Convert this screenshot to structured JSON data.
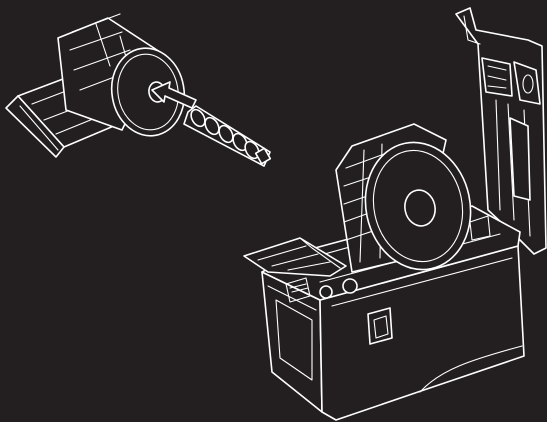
{
  "illustration": {
    "background_color": "#231f20",
    "line_color": "#ffffff",
    "parts": [
      "label-roll",
      "spindle",
      "insert-arrow",
      "label-printer",
      "printer-lid",
      "loaded-label-roll"
    ]
  }
}
